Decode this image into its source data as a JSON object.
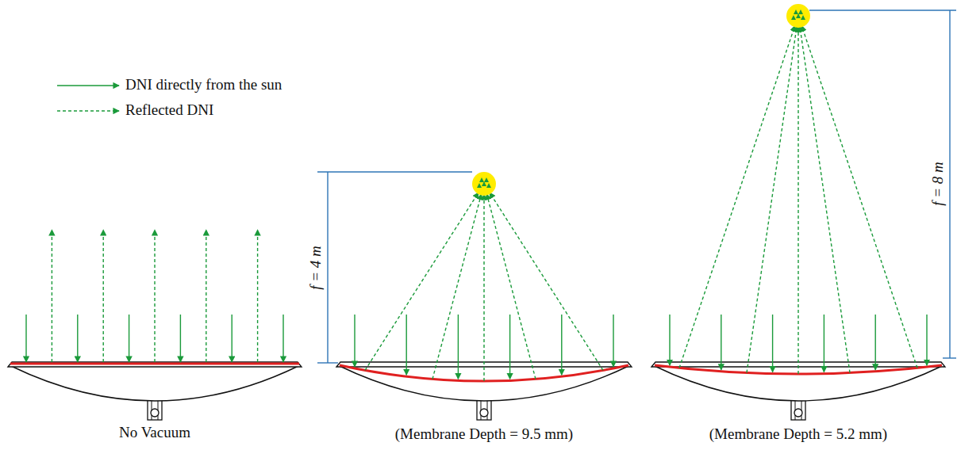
{
  "diagram": {
    "labels": [
      "f = 4 m",
      "f = 8 m",
      "No Vacuum",
      "(Membrane Depth = 9.5 mm)",
      "(Membrane Depth = 5.2 mm)"
    ],
    "legend": [
      {
        "text": "DNI directly from the sun"
      },
      {
        "text": "Reflected DNI"
      }
    ]
  }
}
